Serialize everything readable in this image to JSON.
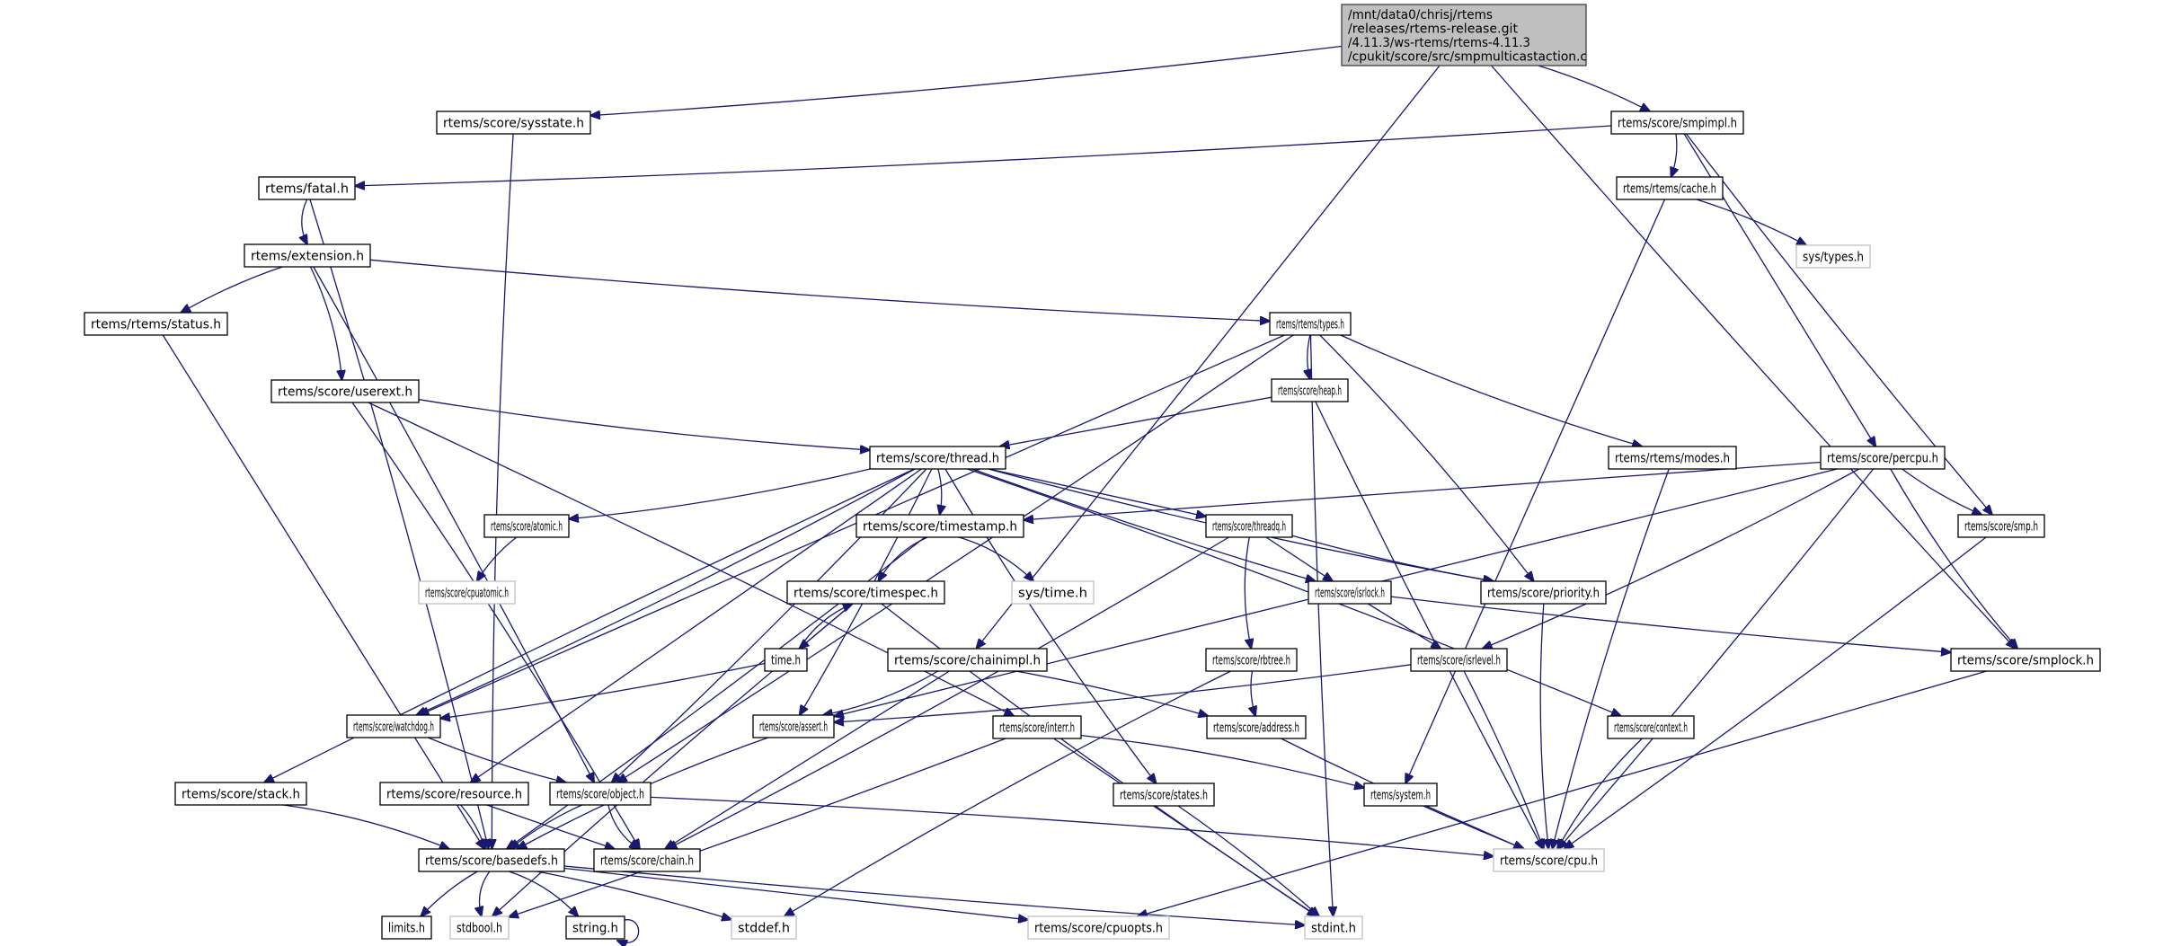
{
  "diagram": {
    "type": "include-dependency-graph",
    "root": {
      "id": "root",
      "lines": [
        "/mnt/data0/chrisj/rtems",
        "/releases/rtems-release.git",
        "/4.11.3/ws-rtems/rtems-4.11.3",
        "/cpukit/score/src/smpmulticastaction.c"
      ]
    },
    "colors": {
      "edge": "#191970",
      "node_border": "#000000",
      "external_border": "#bfbfbf",
      "root_fill": "#bfbfbf"
    },
    "nodes": [
      {
        "id": "sysstate",
        "label": "rtems/score/sysstate.h",
        "external": false
      },
      {
        "id": "smpimpl",
        "label": "rtems/score/smpimpl.h",
        "external": false
      },
      {
        "id": "fatal",
        "label": "rtems/fatal.h",
        "external": false
      },
      {
        "id": "cache",
        "label": "rtems/rtems/cache.h",
        "external": false
      },
      {
        "id": "extension",
        "label": "rtems/extension.h",
        "external": false
      },
      {
        "id": "systypes",
        "label": "sys/types.h",
        "external": true
      },
      {
        "id": "status",
        "label": "rtems/rtems/status.h",
        "external": false
      },
      {
        "id": "types",
        "label": "rtems/rtems/types.h",
        "external": false
      },
      {
        "id": "userext",
        "label": "rtems/score/userext.h",
        "external": false
      },
      {
        "id": "heap",
        "label": "rtems/score/heap.h",
        "external": false
      },
      {
        "id": "thread",
        "label": "rtems/score/thread.h",
        "external": false
      },
      {
        "id": "modes",
        "label": "rtems/rtems/modes.h",
        "external": false
      },
      {
        "id": "percpu",
        "label": "rtems/score/percpu.h",
        "external": false
      },
      {
        "id": "atomic",
        "label": "rtems/score/atomic.h",
        "external": false
      },
      {
        "id": "timestamp",
        "label": "rtems/score/timestamp.h",
        "external": false
      },
      {
        "id": "threadq",
        "label": "rtems/score/threadq.h",
        "external": false
      },
      {
        "id": "smp",
        "label": "rtems/score/smp.h",
        "external": false
      },
      {
        "id": "cpuatomic",
        "label": "rtems/score/cpuatomic.h",
        "external": true
      },
      {
        "id": "systime",
        "label": "sys/time.h",
        "external": true
      },
      {
        "id": "timespec",
        "label": "rtems/score/timespec.h",
        "external": false
      },
      {
        "id": "isrlock",
        "label": "rtems/score/isrlock.h",
        "external": false
      },
      {
        "id": "priority",
        "label": "rtems/score/priority.h",
        "external": false
      },
      {
        "id": "timeh",
        "label": "time.h",
        "external": false
      },
      {
        "id": "chainimpl",
        "label": "rtems/score/chainimpl.h",
        "external": false
      },
      {
        "id": "rbtree",
        "label": "rtems/score/rbtree.h",
        "external": false
      },
      {
        "id": "isrlevel",
        "label": "rtems/score/isrlevel.h",
        "external": false
      },
      {
        "id": "smplock",
        "label": "rtems/score/smplock.h",
        "external": false
      },
      {
        "id": "watchdog",
        "label": "rtems/score/watchdog.h",
        "external": false
      },
      {
        "id": "assert",
        "label": "rtems/score/assert.h",
        "external": false
      },
      {
        "id": "interr",
        "label": "rtems/score/interr.h",
        "external": false
      },
      {
        "id": "address",
        "label": "rtems/score/address.h",
        "external": false
      },
      {
        "id": "context",
        "label": "rtems/score/context.h",
        "external": false
      },
      {
        "id": "stack",
        "label": "rtems/score/stack.h",
        "external": false
      },
      {
        "id": "resource",
        "label": "rtems/score/resource.h",
        "external": false
      },
      {
        "id": "object",
        "label": "rtems/score/object.h",
        "external": false
      },
      {
        "id": "states",
        "label": "rtems/score/states.h",
        "external": false
      },
      {
        "id": "system",
        "label": "rtems/system.h",
        "external": false
      },
      {
        "id": "basedefs",
        "label": "rtems/score/basedefs.h",
        "external": false
      },
      {
        "id": "chain",
        "label": "rtems/score/chain.h",
        "external": false
      },
      {
        "id": "cpu",
        "label": "rtems/score/cpu.h",
        "external": true
      },
      {
        "id": "limits",
        "label": "limits.h",
        "external": false
      },
      {
        "id": "stdbool",
        "label": "stdbool.h",
        "external": true
      },
      {
        "id": "string",
        "label": "string.h",
        "external": false
      },
      {
        "id": "stddef",
        "label": "stddef.h",
        "external": true
      },
      {
        "id": "cpuopts",
        "label": "rtems/score/cpuopts.h",
        "external": true
      },
      {
        "id": "stdint",
        "label": "stdint.h",
        "external": true
      }
    ],
    "edges": [
      [
        "root",
        "sysstate"
      ],
      [
        "root",
        "smpimpl"
      ],
      [
        "root",
        "chainimpl"
      ],
      [
        "root",
        "smplock"
      ],
      [
        "sysstate",
        "basedefs"
      ],
      [
        "smpimpl",
        "fatal"
      ],
      [
        "smpimpl",
        "cache"
      ],
      [
        "smpimpl",
        "percpu"
      ],
      [
        "smpimpl",
        "smp"
      ],
      [
        "fatal",
        "extension"
      ],
      [
        "fatal",
        "basedefs"
      ],
      [
        "cache",
        "systypes"
      ],
      [
        "cache",
        "system"
      ],
      [
        "extension",
        "status"
      ],
      [
        "extension",
        "types"
      ],
      [
        "extension",
        "userext"
      ],
      [
        "extension",
        "object"
      ],
      [
        "status",
        "basedefs"
      ],
      [
        "types",
        "heap"
      ],
      [
        "types",
        "modes"
      ],
      [
        "types",
        "priority"
      ],
      [
        "types",
        "object"
      ],
      [
        "types",
        "watchdog"
      ],
      [
        "types",
        "stdint"
      ],
      [
        "userext",
        "thread"
      ],
      [
        "userext",
        "chain"
      ],
      [
        "userext",
        "interr"
      ],
      [
        "heap",
        "thread"
      ],
      [
        "heap",
        "cpu"
      ],
      [
        "modes",
        "cpu"
      ],
      [
        "thread",
        "atomic"
      ],
      [
        "thread",
        "timestamp"
      ],
      [
        "thread",
        "threadq"
      ],
      [
        "thread",
        "isrlock"
      ],
      [
        "thread",
        "priority"
      ],
      [
        "thread",
        "watchdog"
      ],
      [
        "thread",
        "object"
      ],
      [
        "thread",
        "resource"
      ],
      [
        "thread",
        "stack"
      ],
      [
        "thread",
        "states"
      ],
      [
        "thread",
        "context"
      ],
      [
        "thread",
        "assert"
      ],
      [
        "percpu",
        "timestamp"
      ],
      [
        "percpu",
        "smp"
      ],
      [
        "percpu",
        "smplock"
      ],
      [
        "percpu",
        "isrlevel"
      ],
      [
        "percpu",
        "cpu"
      ],
      [
        "percpu",
        "assert"
      ],
      [
        "atomic",
        "cpuatomic"
      ],
      [
        "timestamp",
        "timespec"
      ],
      [
        "timestamp",
        "systime"
      ],
      [
        "timestamp",
        "basedefs"
      ],
      [
        "threadq",
        "isrlock"
      ],
      [
        "threadq",
        "priority"
      ],
      [
        "threadq",
        "rbtree"
      ],
      [
        "threadq",
        "chain"
      ],
      [
        "smp",
        "cpu"
      ],
      [
        "timespec",
        "timeh"
      ],
      [
        "timespec",
        "stdbool"
      ],
      [
        "timespec",
        "stdint"
      ],
      [
        "timeh",
        "timespec"
      ],
      [
        "timeh",
        "watchdog"
      ],
      [
        "isrlock",
        "isrlevel"
      ],
      [
        "isrlock",
        "smplock"
      ],
      [
        "priority",
        "cpu"
      ],
      [
        "chainimpl",
        "assert"
      ],
      [
        "chainimpl",
        "address"
      ],
      [
        "chainimpl",
        "chain"
      ],
      [
        "rbtree",
        "address"
      ],
      [
        "rbtree",
        "stddef"
      ],
      [
        "isrlevel",
        "assert"
      ],
      [
        "isrlevel",
        "cpu"
      ],
      [
        "smplock",
        "cpuopts"
      ],
      [
        "watchdog",
        "object"
      ],
      [
        "assert",
        "basedefs"
      ],
      [
        "interr",
        "system"
      ],
      [
        "interr",
        "stdbool"
      ],
      [
        "interr",
        "stdint"
      ],
      [
        "address",
        "cpu"
      ],
      [
        "context",
        "cpu"
      ],
      [
        "stack",
        "basedefs"
      ],
      [
        "resource",
        "basedefs"
      ],
      [
        "resource",
        "chain"
      ],
      [
        "object",
        "basedefs"
      ],
      [
        "object",
        "chain"
      ],
      [
        "object",
        "cpu"
      ],
      [
        "states",
        "stdint"
      ],
      [
        "system",
        "cpu"
      ],
      [
        "basedefs",
        "limits"
      ],
      [
        "basedefs",
        "stdbool"
      ],
      [
        "basedefs",
        "string"
      ],
      [
        "basedefs",
        "stddef"
      ],
      [
        "basedefs",
        "cpuopts"
      ],
      [
        "basedefs",
        "stdint"
      ],
      [
        "string",
        "string"
      ]
    ]
  }
}
